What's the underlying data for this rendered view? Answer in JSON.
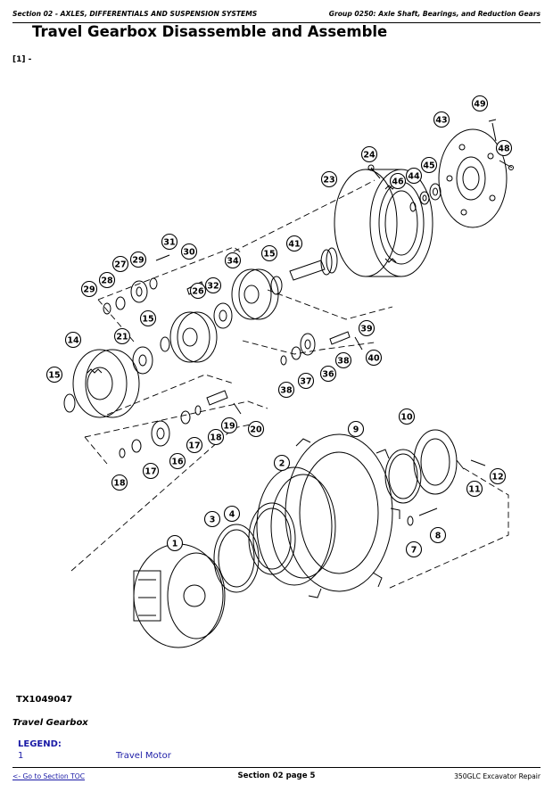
{
  "header": {
    "section": "Section 02 - AXLES, DIFFERENTIALS AND SUSPENSION SYSTEMS",
    "group": "Group 0250: Axle Shaft, Bearings, and Reduction Gears"
  },
  "title": "Travel Gearbox Disassemble and Assemble",
  "reference": "[1] -",
  "figure": {
    "id": "TX1049047",
    "caption": "Travel Gearbox",
    "callouts": [
      "1",
      "2",
      "3",
      "4",
      "7",
      "8",
      "9",
      "10",
      "11",
      "12",
      "14",
      "15",
      "15",
      "15",
      "16",
      "17",
      "17",
      "18",
      "18",
      "19",
      "20",
      "21",
      "23",
      "24",
      "26",
      "27",
      "28",
      "29",
      "29",
      "30",
      "31",
      "32",
      "34",
      "36",
      "37",
      "38",
      "38",
      "39",
      "40",
      "41",
      "43",
      "44",
      "45",
      "46",
      "48",
      "49"
    ]
  },
  "legend": {
    "heading": "LEGEND:",
    "items": [
      {
        "num": "1",
        "desc": "Travel Motor"
      }
    ]
  },
  "footer": {
    "toc_link": "<- Go to Section TOC",
    "page": "Section 02 page 5",
    "doc": "350GLC Excavator Repair"
  }
}
